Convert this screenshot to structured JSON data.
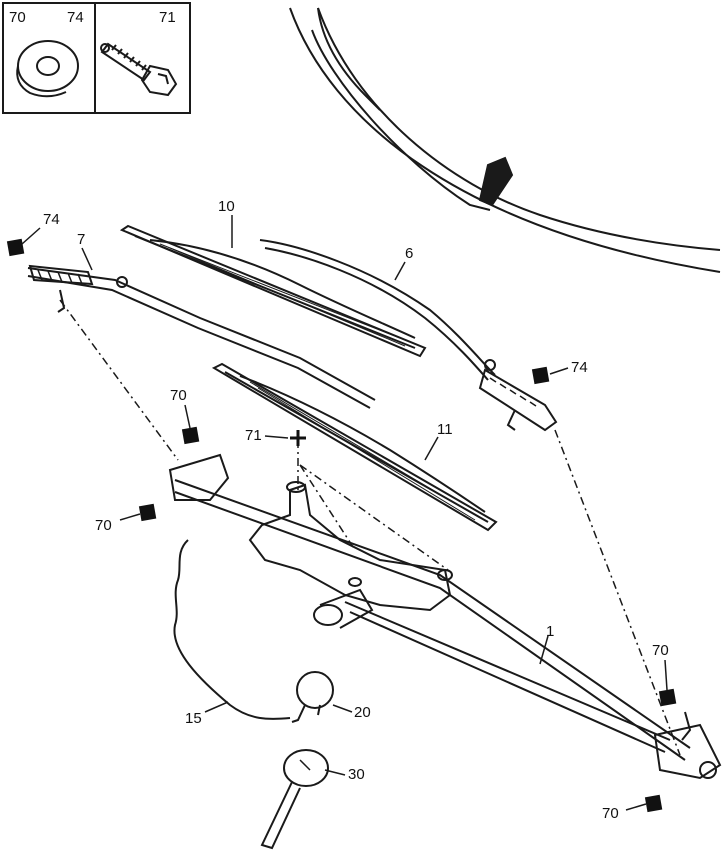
{
  "legend": {
    "washer_label_a": "70",
    "washer_label_b": "74",
    "bolt_label": "71"
  },
  "callouts": {
    "c74_left": "74",
    "c7": "7",
    "c10": "10",
    "c6": "6",
    "c74_right": "74",
    "c70_upper_left": "70",
    "c71": "71",
    "c11": "11",
    "c70_left": "70",
    "c1": "1",
    "c70_right": "70",
    "c15": "15",
    "c20": "20",
    "c30": "30",
    "c70_bottom": "70"
  },
  "colors": {
    "line": "#1a1a1a",
    "marker": "#111111",
    "background": "#ffffff"
  }
}
